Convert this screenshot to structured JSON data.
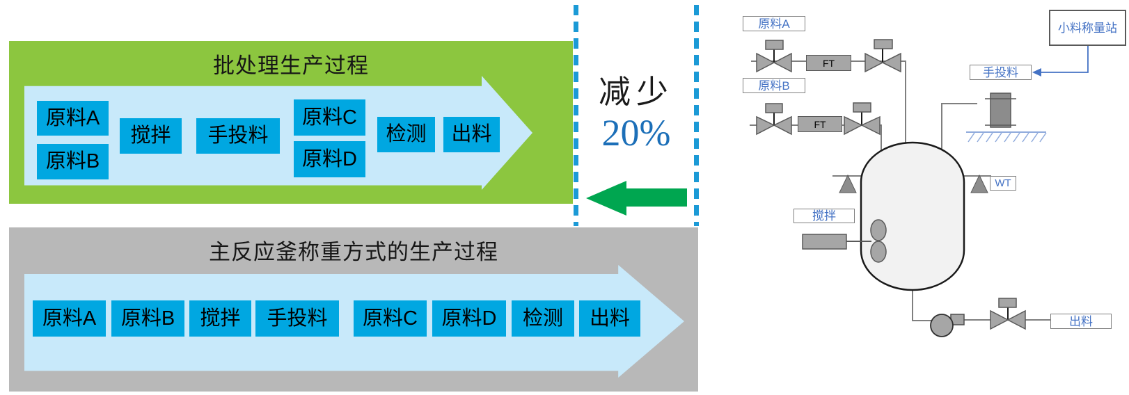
{
  "slide": {
    "top_process": {
      "title": "批处理生产过程",
      "steps": [
        "原料A",
        "原料B",
        "搅拌",
        "手投料",
        "原料C",
        "原料D",
        "检测",
        "出料"
      ]
    },
    "reduction": {
      "label": "减少",
      "value": "20%"
    },
    "bottom_process": {
      "title": "主反应釜称重方式的生产过程",
      "steps": [
        "原料A",
        "原料B",
        "搅拌",
        "手投料",
        "原料C",
        "原料D",
        "检测",
        "出料"
      ]
    },
    "pid": {
      "material_a": "原料A",
      "material_b": "原料B",
      "flow_transmitter": "FT",
      "small_material_weigh_station": "小料称量站",
      "manual_feed": "手投料",
      "weight_transmitter": "WT",
      "stir": "搅拌",
      "discharge": "出料"
    },
    "colors": {
      "panel_green": "#8CC63F",
      "panel_gray": "#B8B8B8",
      "flow_arrow_light_blue": "#C8E9FA",
      "step_blue": "#00A7E1",
      "dashed_line_blue": "#1B9AD6",
      "reduction_arrow_green": "#00A650",
      "percent_text_blue": "#1C6FB8",
      "pid_label_blue": "#4472C4",
      "equipment_gray": "#A6A6A6"
    }
  }
}
